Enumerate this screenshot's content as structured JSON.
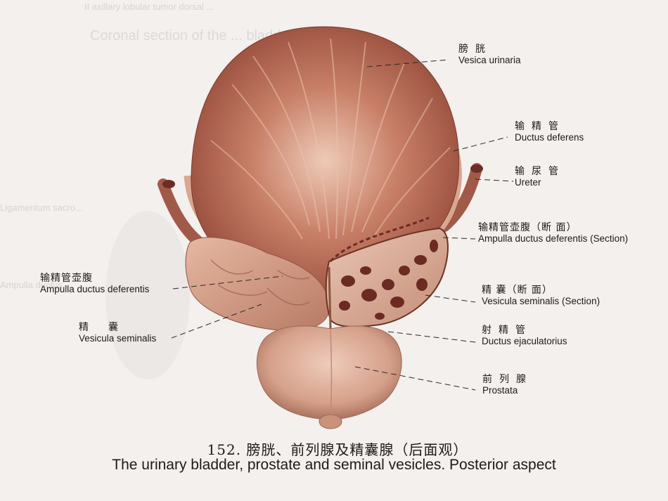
{
  "figure": {
    "caption_cn": "152. 膀胱、前列腺及精囊腺（后面观）",
    "caption_en": "The urinary bladder, prostate and seminal vesicles. Posterior aspect"
  },
  "labels": {
    "vesica_urinaria": {
      "cn": "膀胱",
      "en": "Vesica urinaria"
    },
    "ductus_deferens": {
      "cn": "输精管",
      "en": "Ductus deferens"
    },
    "ureter": {
      "cn": "输尿管",
      "en": "Ureter"
    },
    "ampulla_section": {
      "cn": "输精管壶腹（断 面）",
      "en": "Ampulla ductus deferentis (Section)"
    },
    "vesicula_section": {
      "cn": "精 囊（断 面）",
      "en": "Vesicula seminalis (Section)"
    },
    "ductus_ejaculatorius": {
      "cn": "射精管",
      "en": "Ductus ejaculatorius"
    },
    "prostata": {
      "cn": "前列腺",
      "en": "Prostata"
    },
    "ampulla_left": {
      "cn": "输精管壶腹",
      "en": "Ampulla ductus deferentis"
    },
    "vesicula_left": {
      "cn": "精囊",
      "en": "Vesicula seminalis"
    }
  },
  "show_through": {
    "top_line": "II axillary lobular tumor dorsal ...",
    "coronal": "Coronal section of the ... bladder aspect",
    "left_1": "Ampulla ductus",
    "left_2": "Ligamentum sacro..."
  },
  "colors": {
    "page": "#f3f0ee",
    "bladder_muscle": "#b0604a",
    "bladder_highlight": "#e8c2ad",
    "gland": "#d9a48e",
    "prostate": "#dcae99",
    "leader_line": "#2a2626"
  }
}
